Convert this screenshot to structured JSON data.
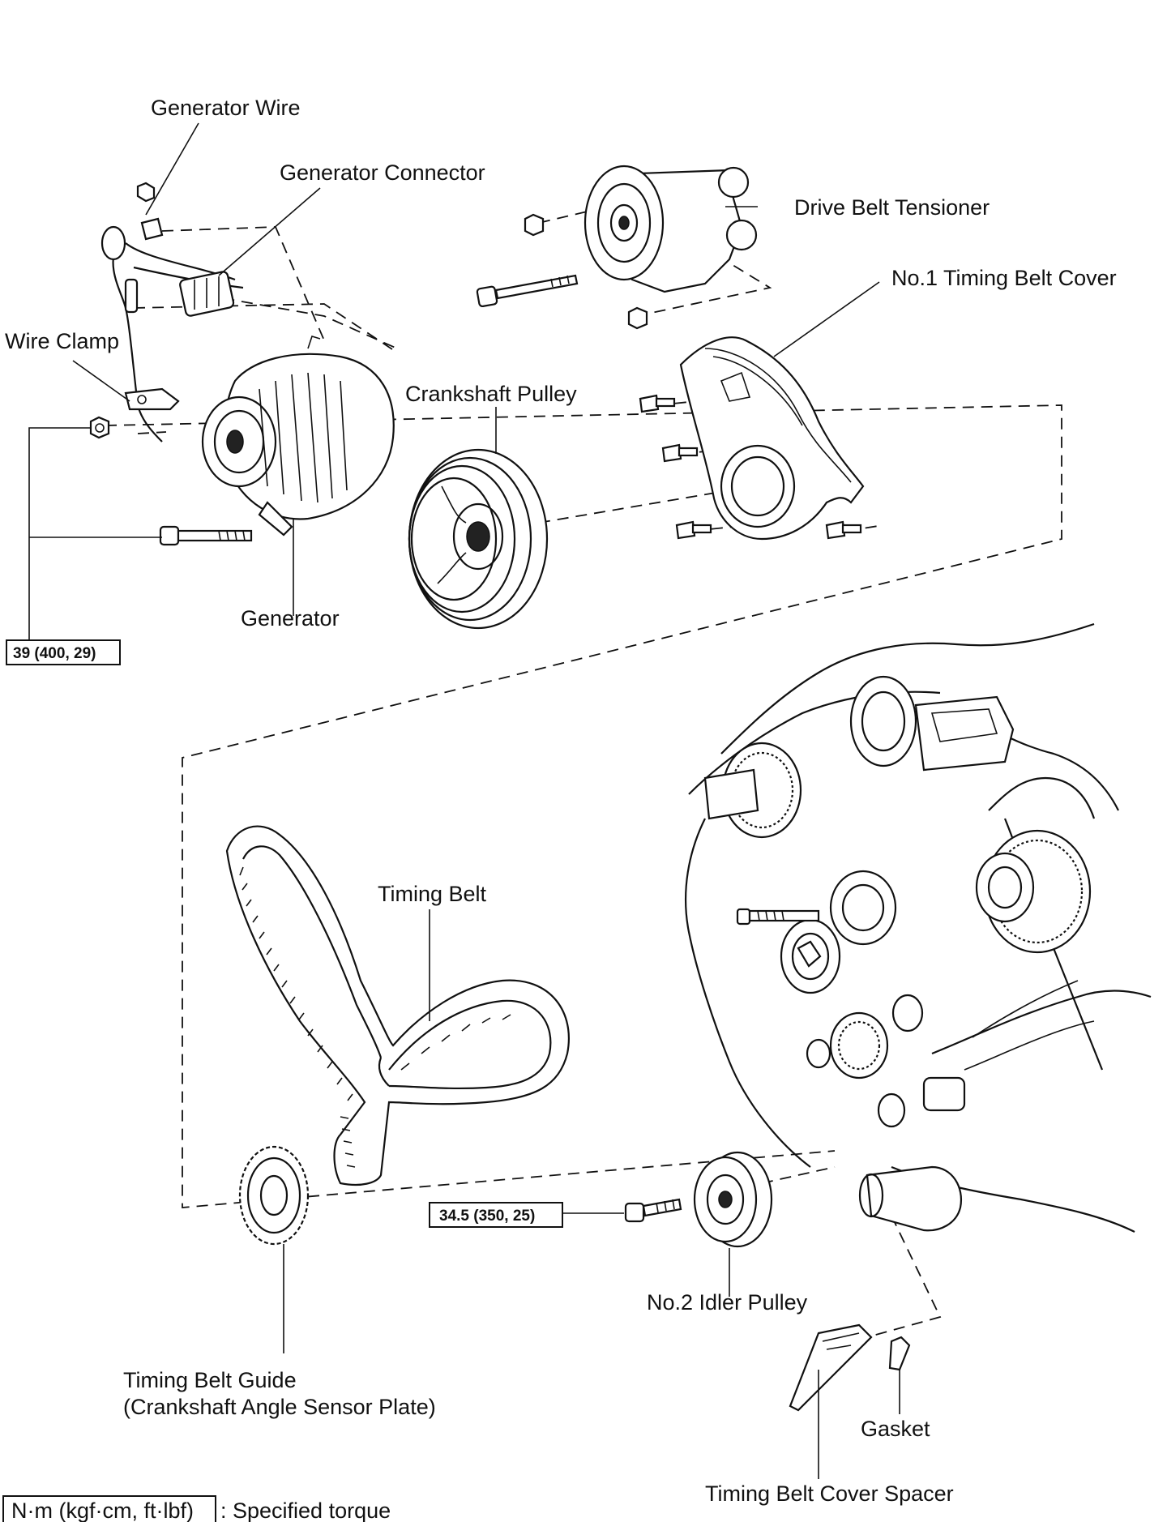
{
  "labels": {
    "generator_wire": "Generator Wire",
    "generator_connector": "Generator Connector",
    "drive_belt_tensioner": "Drive Belt Tensioner",
    "no1_timing_belt_cover": "No.1 Timing Belt Cover",
    "wire_clamp": "Wire Clamp",
    "crankshaft_pulley": "Crankshaft Pulley",
    "generator": "Generator",
    "timing_belt": "Timing Belt",
    "no2_idler_pulley": "No.2 Idler Pulley",
    "timing_belt_guide_1": "Timing Belt Guide",
    "timing_belt_guide_2": "(Crankshaft Angle Sensor Plate)",
    "gasket": "Gasket",
    "timing_belt_cover_spacer": "Timing Belt Cover Spacer"
  },
  "torque": {
    "generator_bolts": "39 (400, 29)",
    "idler_pulley_bolt": "34.5 (350, 25)"
  },
  "legend": {
    "unit": "N·m (kgf·cm, ft·lbf)",
    "text": ": Specified torque"
  }
}
